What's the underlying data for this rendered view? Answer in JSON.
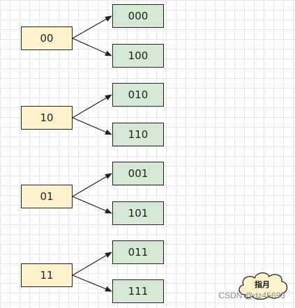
{
  "groups": [
    {
      "source": "00",
      "targets": [
        "000",
        "100"
      ]
    },
    {
      "source": "10",
      "targets": [
        "010",
        "110"
      ]
    },
    {
      "source": "01",
      "targets": [
        "001",
        "101"
      ]
    },
    {
      "source": "11",
      "targets": [
        "011",
        "111"
      ]
    }
  ],
  "cloud": {
    "label": "指月"
  },
  "watermark": {
    "text": "CSDN @dz45693"
  },
  "colors": {
    "source_fill": "#fff2cc",
    "target_fill": "#d5e8d4",
    "stroke": "#222222"
  }
}
